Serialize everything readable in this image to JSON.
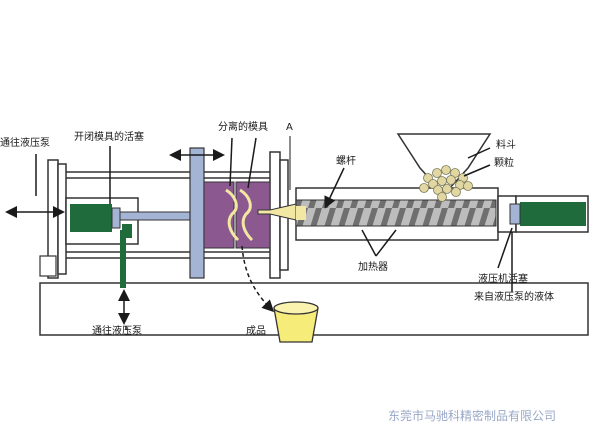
{
  "labels": {
    "to_pump_left": "通往液压泵",
    "mold_open_close_piston": "开闭模具的活塞",
    "mold_halves": "分离的模具",
    "marker_a": "A",
    "hopper": "料斗",
    "screw": "螺杆",
    "pellets": "颗粒",
    "heater": "加热器",
    "hyd_piston": "液压机活塞",
    "to_pump_bottom": "通往液压泵",
    "product": "成品",
    "fluid_from_pump": "来自液压泵的液体"
  },
  "watermark": "东莞市马驰科精密制品有限公司",
  "colors": {
    "machine_outline": "#333333",
    "platen_blue": "#a4b4d4",
    "mold_purple": "#8c5890",
    "piston_green": "#1f6b3c",
    "screw_gray": "#909090",
    "melt_yellow": "#f3e7a4",
    "pellet": "#e2d7a2",
    "bucket_yellow": "#f6ec7a"
  }
}
